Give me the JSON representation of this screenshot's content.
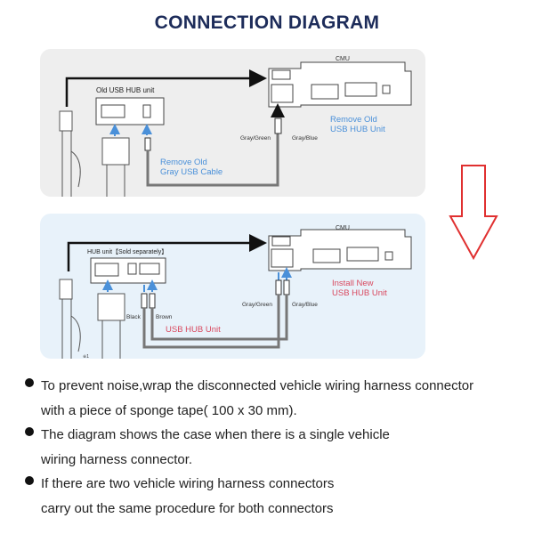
{
  "title": "CONNECTION DIAGRAM",
  "panel_remove": {
    "cmu_label": "CMU",
    "hub_label": "Old USB HUB unit",
    "remove_cable_line1": "Remove Old",
    "remove_cable_line2": "Gray USB Cable",
    "remove_hub_line1": "Remove Old",
    "remove_hub_line2": "USB HUB Unit",
    "wire_left": "Gray/Green",
    "wire_right": "Gray/Blue"
  },
  "panel_install": {
    "cmu_label": "CMU",
    "hub_label": "HUB unit【Sold separately】",
    "install_line1": "Install New",
    "install_line2": "USB HUB Unit",
    "cable_label": "USB HUB Unit",
    "wire_black": "Black",
    "wire_brown": "Brown",
    "wire_left": "Gray/Green",
    "wire_right": "Gray/Blue",
    "footnote": "※1"
  },
  "colors": {
    "title": "#1d2c5a",
    "blue_text": "#4a90d9",
    "red_text": "#d9495f",
    "arrow": "#e03030",
    "panel1": "#eeeeee",
    "panel2": "#e8f2fa"
  },
  "notes": [
    {
      "line1": "To prevent noise,wrap the disconnected vehicle wiring harness connector",
      "line2": "with a piece of sponge tape( 100 x 30 mm)."
    },
    {
      "line1": "The diagram shows the case when there is a single vehicle",
      "line2": "wiring harness connector."
    },
    {
      "line1": "If there are two vehicle wiring harness connectors",
      "line2": "carry out the same procedure for both connectors"
    }
  ]
}
